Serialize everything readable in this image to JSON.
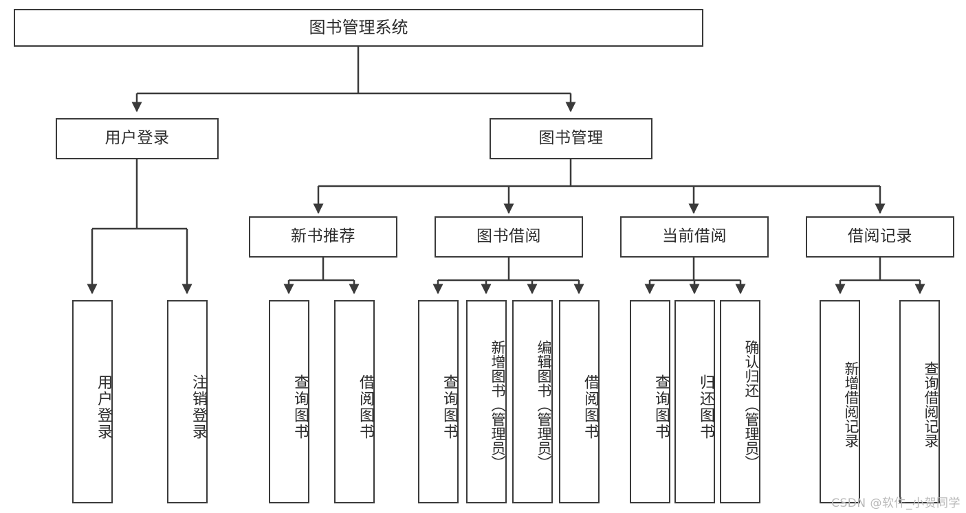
{
  "diagram": {
    "type": "tree-hierarchy",
    "title": "图书管理系统",
    "root": {
      "id": "root",
      "label": "图书管理系统"
    },
    "level2": [
      {
        "id": "user-login",
        "label": "用户登录"
      },
      {
        "id": "book-manage",
        "label": "图书管理"
      }
    ],
    "level3": [
      {
        "id": "new-book-recommend",
        "label": "新书推荐"
      },
      {
        "id": "book-borrow",
        "label": "图书借阅"
      },
      {
        "id": "current-borrow",
        "label": "当前借阅"
      },
      {
        "id": "borrow-record",
        "label": "借阅记录"
      }
    ],
    "leaves": {
      "user_login": [
        {
          "id": "leaf-user-login",
          "label": "用户登录"
        },
        {
          "id": "leaf-logout-login",
          "label": "注销登录"
        }
      ],
      "new_book_recommend": [
        {
          "id": "leaf-query-book-1",
          "label": "查询图书"
        },
        {
          "id": "leaf-borrow-book-1",
          "label": "借阅图书"
        }
      ],
      "book_borrow": [
        {
          "id": "leaf-query-book-2",
          "label": "查询图书"
        },
        {
          "id": "leaf-add-book",
          "label": "新增图书（管理员）"
        },
        {
          "id": "leaf-edit-book",
          "label": "编辑图书（管理员）"
        },
        {
          "id": "leaf-borrow-book-2",
          "label": "借阅图书"
        }
      ],
      "current_borrow": [
        {
          "id": "leaf-query-book-3",
          "label": "查询图书"
        },
        {
          "id": "leaf-return-book",
          "label": "归还图书"
        },
        {
          "id": "leaf-confirm-return",
          "label": "确认归还（管理员）"
        }
      ],
      "borrow_record": [
        {
          "id": "leaf-add-record",
          "label": "新增借阅记录"
        },
        {
          "id": "leaf-query-record",
          "label": "查询借阅记录"
        }
      ]
    },
    "colors": {
      "stroke": "#3a3a3a",
      "fill": "#ffffff",
      "text": "#2b2b2b",
      "watermark": "#b9b9b9"
    }
  },
  "watermark": {
    "text": "CSDN @软件_小贺同学"
  }
}
